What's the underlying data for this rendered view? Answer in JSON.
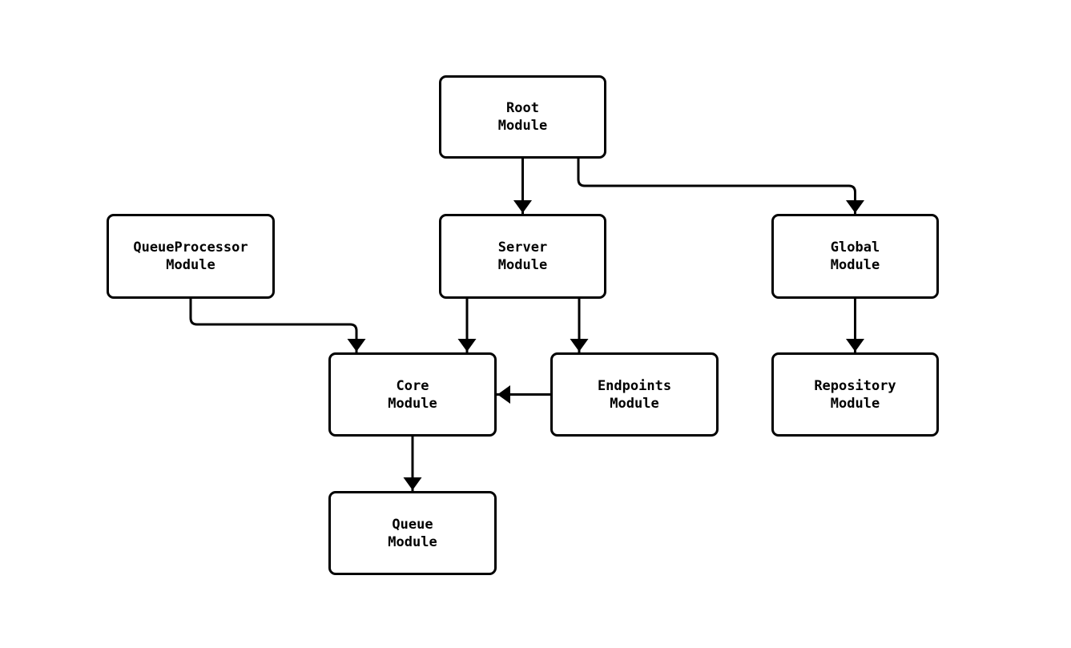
{
  "diagram": {
    "type": "module-dependency-flowchart",
    "colors": {
      "background": "#ffffff",
      "node_fill": "#ffffff",
      "stroke": "#000000",
      "text": "#000000"
    },
    "nodes": [
      {
        "id": "root",
        "label": "Root\nModule"
      },
      {
        "id": "queueprocessor",
        "label": "QueueProcessor\nModule"
      },
      {
        "id": "server",
        "label": "Server\nModule"
      },
      {
        "id": "global",
        "label": "Global\nModule"
      },
      {
        "id": "core",
        "label": "Core\nModule"
      },
      {
        "id": "endpoints",
        "label": "Endpoints\nModule"
      },
      {
        "id": "repository",
        "label": "Repository\nModule"
      },
      {
        "id": "queue",
        "label": "Queue\nModule"
      }
    ],
    "edges": [
      {
        "from": "root",
        "to": "server",
        "style": "arrow"
      },
      {
        "from": "root",
        "to": "global",
        "style": "arrow"
      },
      {
        "from": "queueprocessor",
        "to": "core",
        "style": "arrow"
      },
      {
        "from": "server",
        "to": "core",
        "style": "arrow"
      },
      {
        "from": "server",
        "to": "endpoints",
        "style": "arrow"
      },
      {
        "from": "endpoints",
        "to": "core",
        "style": "arrow"
      },
      {
        "from": "global",
        "to": "repository",
        "style": "arrow"
      },
      {
        "from": "core",
        "to": "queue",
        "style": "arrow"
      }
    ]
  }
}
